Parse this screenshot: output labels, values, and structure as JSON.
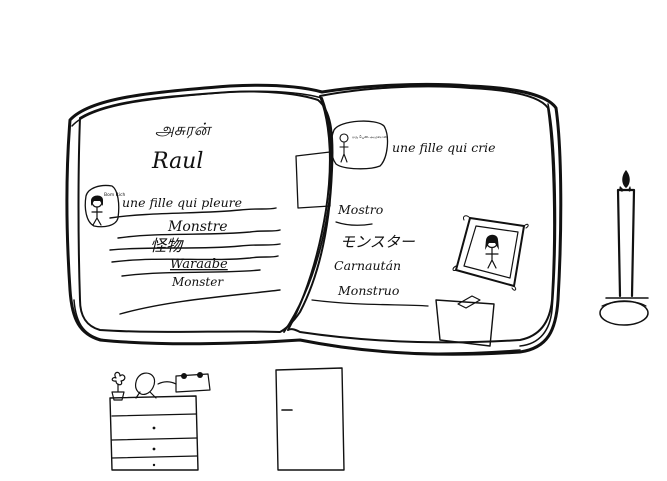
{
  "left_page": {
    "script_title": "அசுரன்",
    "name": "Raul",
    "portrait_caption": "Bom Rich",
    "phrase": "une fille qui pleure",
    "words": [
      "Monstre",
      "怪物",
      "Waraabe",
      "Monster"
    ]
  },
  "right_page": {
    "portrait_caption": "ஒரு பெண் அழுகிறாள்",
    "phrase": "une fille qui crie",
    "words": [
      "Mostro",
      "モンスター",
      "Carnaután",
      "Monstruo"
    ]
  },
  "colors": {
    "ink": "#111111",
    "paper": "#ffffff"
  }
}
